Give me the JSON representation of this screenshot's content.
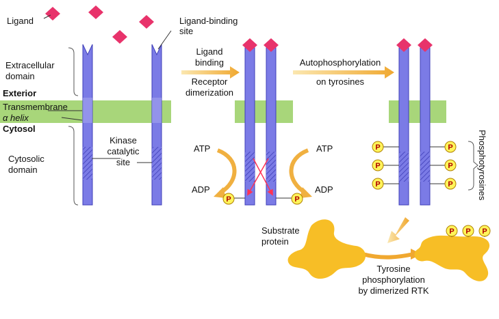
{
  "labels": {
    "ligand": "Ligand",
    "ligand_binding_site_1": "Ligand-binding",
    "ligand_binding_site_2": "site",
    "extracellular_1": "Extracellular",
    "extracellular_2": "domain",
    "exterior": "Exterior",
    "transmembrane_1": "Transmembrane",
    "transmembrane_2": "α helix",
    "cytosol": "Cytosol",
    "cytosolic_1": "Cytosolic",
    "cytosolic_2": "domain",
    "kinase_1": "Kinase",
    "kinase_2": "catalytic",
    "kinase_3": "site",
    "step1_a": "Ligand",
    "step1_b": "binding",
    "step1_c": "Receptor",
    "step1_d": "dimerization",
    "step2_a": "Autophosphorylation",
    "step2_b": "on tyrosines",
    "atp_left": "ATP",
    "adp_left": "ADP",
    "atp_right": "ATP",
    "adp_right": "ADP",
    "phospho_label": "Phosphotyrosines",
    "substrate_1": "Substrate",
    "substrate_2": "protein",
    "step3_a": "Tyrosine",
    "step3_b": "phosphorylation",
    "step3_c": "by dimerized RTK",
    "p": "P"
  },
  "colors": {
    "receptor": "#7b7be6",
    "receptor_dark": "#3f3fb8",
    "membrane": "#a8d67a",
    "ligand": "#e8336b",
    "arrow": "#f0b040",
    "phosphate_fill": "#fff45a",
    "substrate": "#f7be26",
    "cross_arrow": "#ff3355"
  }
}
